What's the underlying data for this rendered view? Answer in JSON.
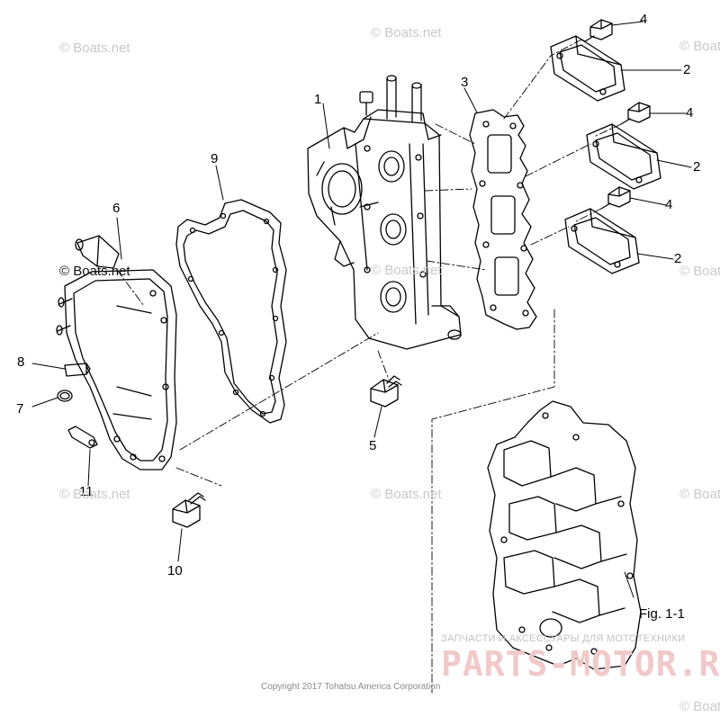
{
  "callouts": {
    "c1": "1",
    "c2a": "2",
    "c2b": "2",
    "c2c": "2",
    "c3": "3",
    "c4a": "4",
    "c4b": "4",
    "c4c": "4",
    "c5": "5",
    "c6": "6",
    "c7": "7",
    "c8": "8",
    "c9": "9",
    "c10": "10",
    "c11": "11"
  },
  "figure_label": "Fig. 1-1",
  "watermarks": {
    "w1": "© Boats.net",
    "w2": "© Boats.net",
    "w3": "© Boats.net",
    "w4": "© Boats.net",
    "w5": "© Boats.net",
    "w6": "© Boats.net",
    "w7": "© Boats.net",
    "w8": "© Boats.net",
    "w9": "© Boats.net",
    "w10": "© Boats.net"
  },
  "copyright": "Copyright 2017 Tohatsu America Corporation",
  "brand": {
    "tagline": "ЗАПЧАСТИ И АКСЕССУАРЫ ДЛЯ МОТОТЕХНИКИ",
    "name": "PARTS-MOTOR.RU"
  }
}
